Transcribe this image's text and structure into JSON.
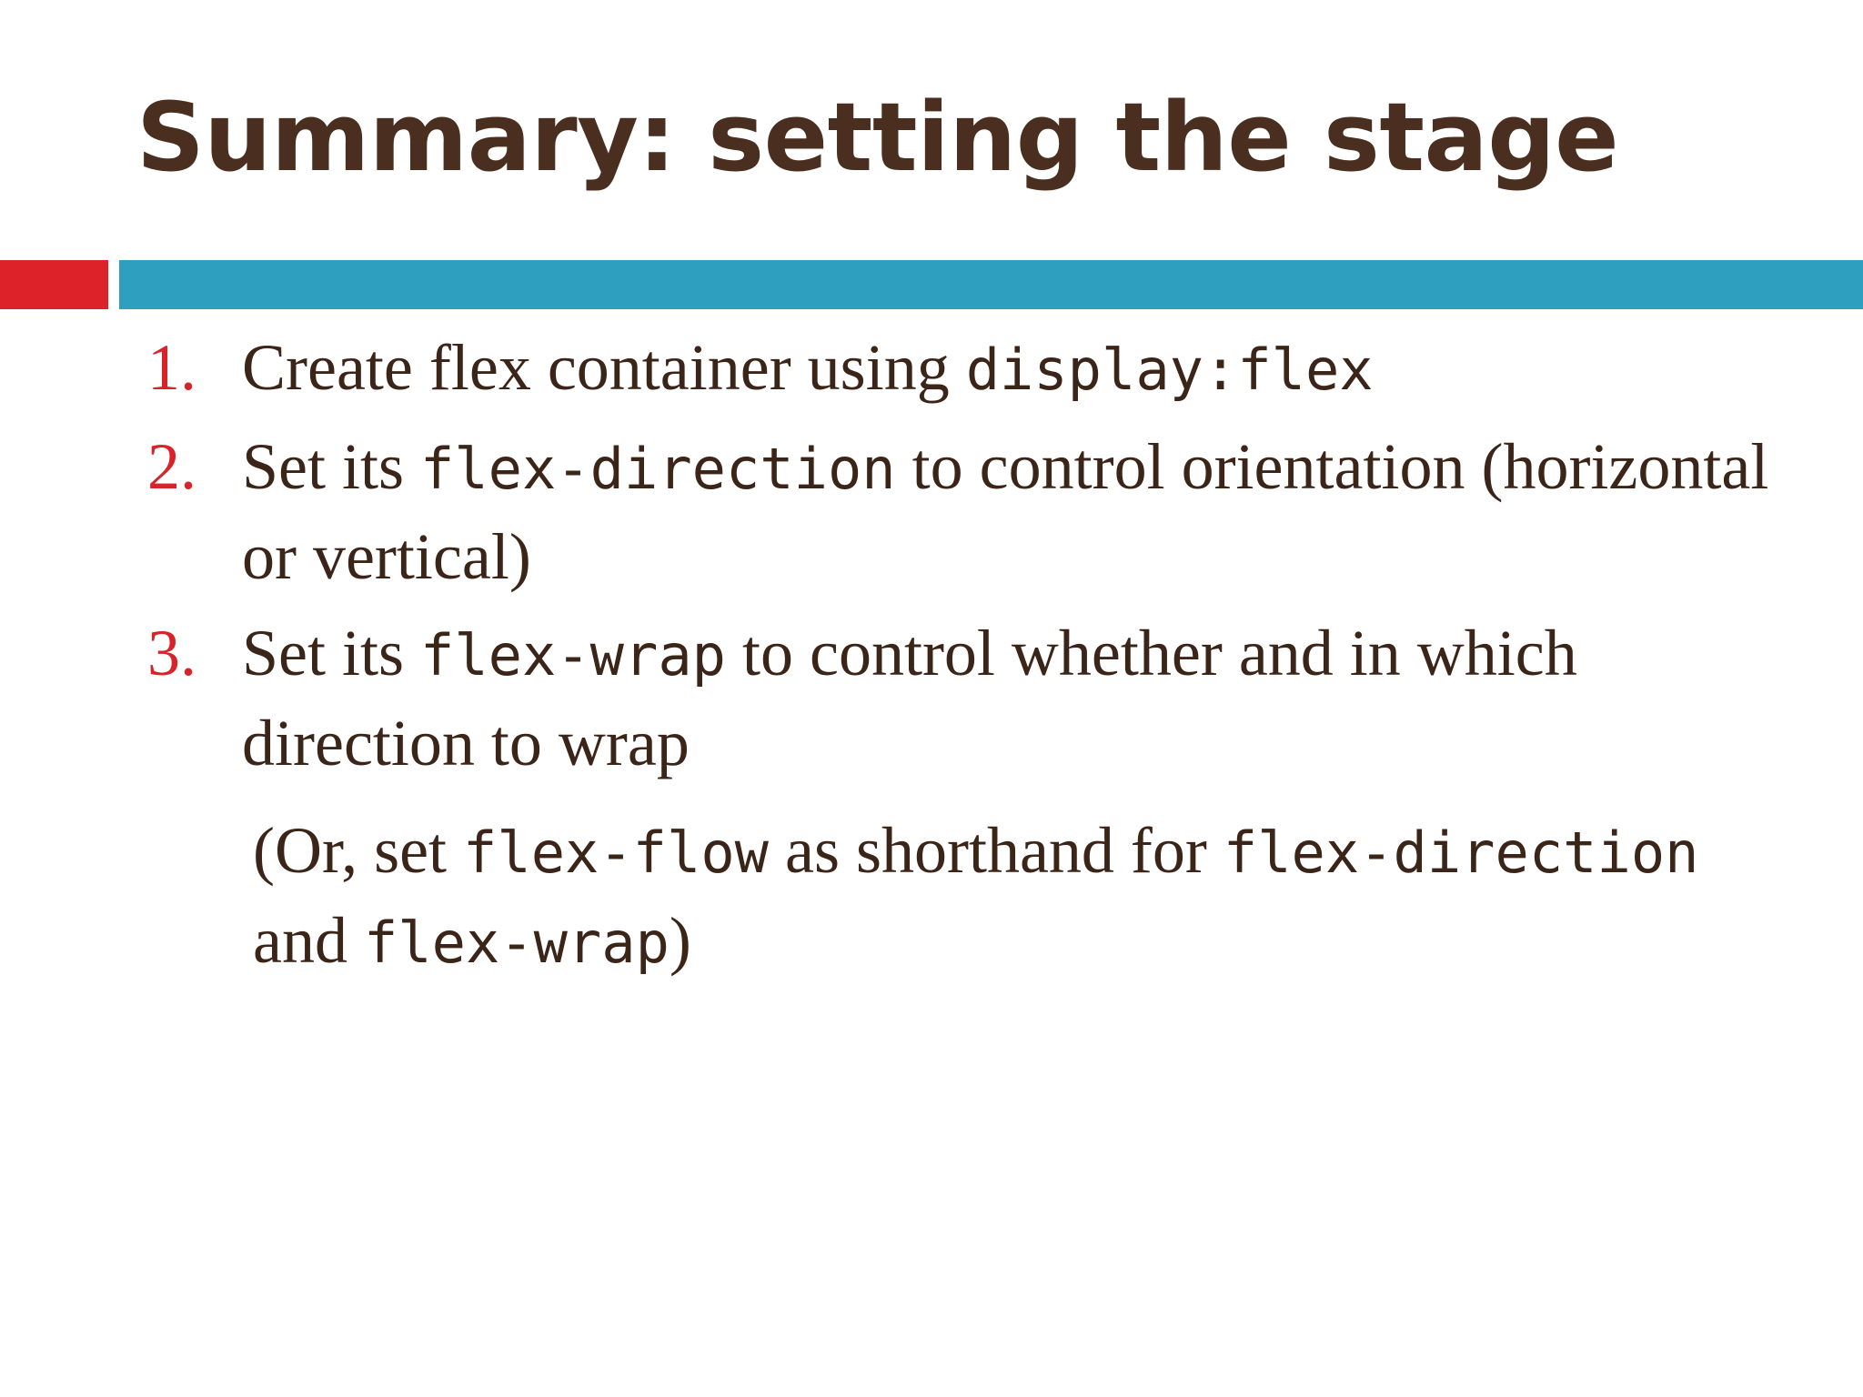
{
  "slide": {
    "title": "Summary: setting the stage",
    "accent_colors": {
      "red_bar": "#DD2229",
      "blue_bar": "#2F9FC0",
      "title_text": "#4A2F20",
      "body_text": "#3B2418",
      "number_text": "#D8232A",
      "background": "#FFFFFF"
    },
    "list": [
      {
        "number": "1.",
        "parts": [
          {
            "kind": "text",
            "value": "Create flex container using "
          },
          {
            "kind": "code",
            "value": "display:flex"
          }
        ],
        "plain": "Create flex container using display:flex"
      },
      {
        "number": "2.",
        "parts": [
          {
            "kind": "text",
            "value": "Set its "
          },
          {
            "kind": "code",
            "value": "flex-direction"
          },
          {
            "kind": "text",
            "value": " to control orientation (horizontal or vertical)"
          }
        ],
        "plain": "Set its flex-direction to control orientation (horizontal or vertical)"
      },
      {
        "number": "3.",
        "parts": [
          {
            "kind": "text",
            "value": "Set its "
          },
          {
            "kind": "code",
            "value": "flex-wrap"
          },
          {
            "kind": "text",
            "value": " to control whether and in which direction to wrap"
          }
        ],
        "plain": "Set its flex-wrap to control whether and in which direction to wrap"
      }
    ],
    "sub_note": {
      "parts": [
        {
          "kind": "text",
          "value": "(Or, set "
        },
        {
          "kind": "code",
          "value": "flex-flow"
        },
        {
          "kind": "text",
          "value": " as shorthand for "
        },
        {
          "kind": "code",
          "value": "flex-direction"
        },
        {
          "kind": "text",
          "value": " and "
        },
        {
          "kind": "code",
          "value": "flex-wrap"
        },
        {
          "kind": "text",
          "value": ")"
        }
      ],
      "plain": "(Or, set flex-flow as shorthand for flex-direction and flex-wrap)"
    }
  }
}
